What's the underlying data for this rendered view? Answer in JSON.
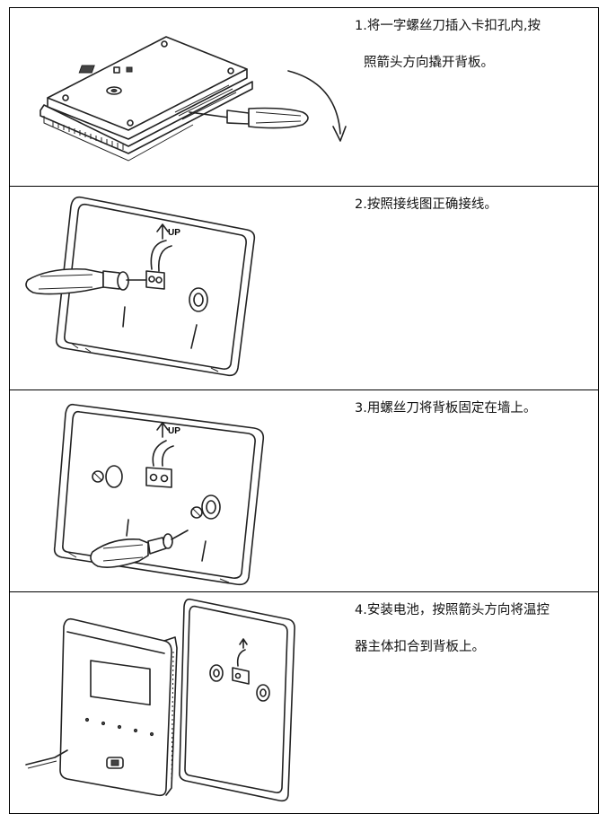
{
  "steps": [
    {
      "line1": "1.将一字螺丝刀插入卡扣孔内,按",
      "line2": "照箭头方向撬开背板。"
    },
    {
      "line1": "2.按照接线图正确接线。"
    },
    {
      "line1": "3.用螺丝刀将背板固定在墙上。"
    },
    {
      "line1": "4.安装电池，按照箭头方向将温控",
      "line2": "器主体扣合到背板上。"
    }
  ],
  "figure_labels": {
    "up": "UP"
  },
  "icons": [
    "screwdriver-icon",
    "curved-arrow-icon",
    "back-plate-icon",
    "thermostat-icon"
  ]
}
